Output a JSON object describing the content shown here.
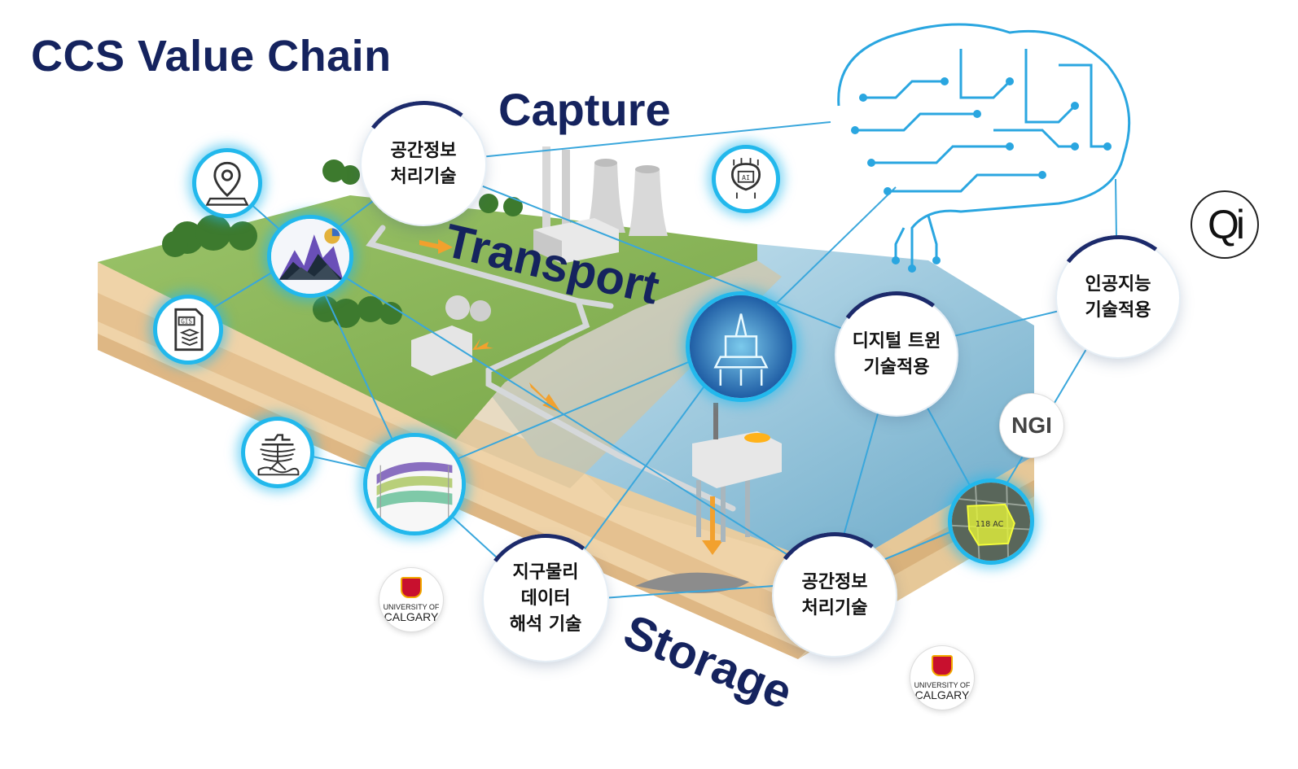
{
  "title": "CCS Value Chain",
  "stages": {
    "capture": "Capture",
    "transport": "Transport",
    "storage": "Storage"
  },
  "nodes": {
    "spatial_top": "공간정보\n처리기술",
    "digital_twin": "디지털 트윈\n기술적용",
    "ai_apply": "인공지능\n기술적용",
    "geophysics": "지구물리\n데이터\n해석 기술",
    "spatial_bottom": "공간정보\n처리기술"
  },
  "icons": {
    "map_pin": "map-pin-icon",
    "gis_file": "gis-file-icon",
    "seismic": "seismic-survey-icon",
    "ai_chip": "ai-chip-icon",
    "brain": "circuit-brain"
  },
  "map_label": "118 AC",
  "gis_label": "GIS",
  "ai_label": "AI",
  "logos": {
    "qi": "Qi",
    "ngi": "NGI",
    "ucalgary_line1": "UNIVERSITY OF",
    "ucalgary_line2": "CALGARY"
  },
  "colors": {
    "navy": "#15235e",
    "glow": "#22b8ec",
    "ocean": "#7cbcd8",
    "grass": "#86b25a",
    "soil": "#e8c79a"
  }
}
